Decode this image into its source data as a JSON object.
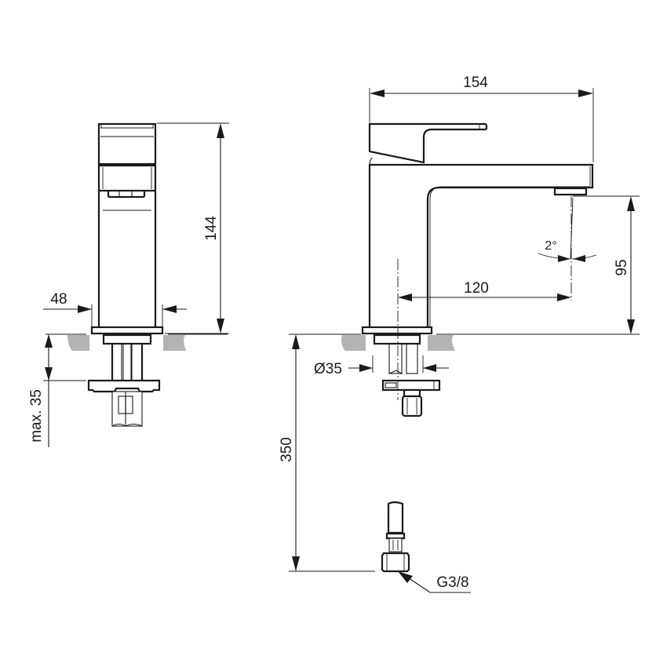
{
  "drawing": {
    "title": "Basin mixer technical dimension drawing",
    "views": [
      "side-view",
      "front-view",
      "supply-hose-detail"
    ],
    "colors": {
      "line": "#1a1a1a",
      "ground": "#b3b3b3",
      "background": "#ffffff"
    }
  },
  "dimensions": {
    "side_height": "144",
    "side_base_width": "48",
    "max_thickness": "max. 35",
    "overall_length": "154",
    "spout_height": "95",
    "spout_reach": "120",
    "spout_angle": "2°",
    "hole_diameter": "Ø35",
    "hose_length": "350",
    "thread_size": "G3/8"
  }
}
